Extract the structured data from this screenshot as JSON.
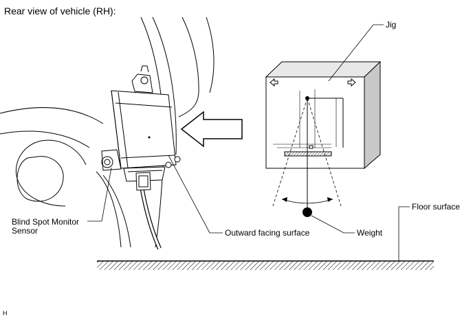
{
  "title": "Rear view of vehicle (RH):",
  "labels": {
    "jig": "Jig",
    "floor_surface": "Floor surface",
    "weight": "Weight",
    "outward_facing_surface": "Outward facing surface",
    "blind_spot_monitor_sensor_line1": "Blind Spot Monitor",
    "blind_spot_monitor_sensor_line2": "Sensor"
  },
  "figure_code": "H",
  "colors": {
    "line": "#000000",
    "jig_top": "#e8e8e8",
    "jig_side": "#c8c8c8",
    "background": "#ffffff"
  }
}
